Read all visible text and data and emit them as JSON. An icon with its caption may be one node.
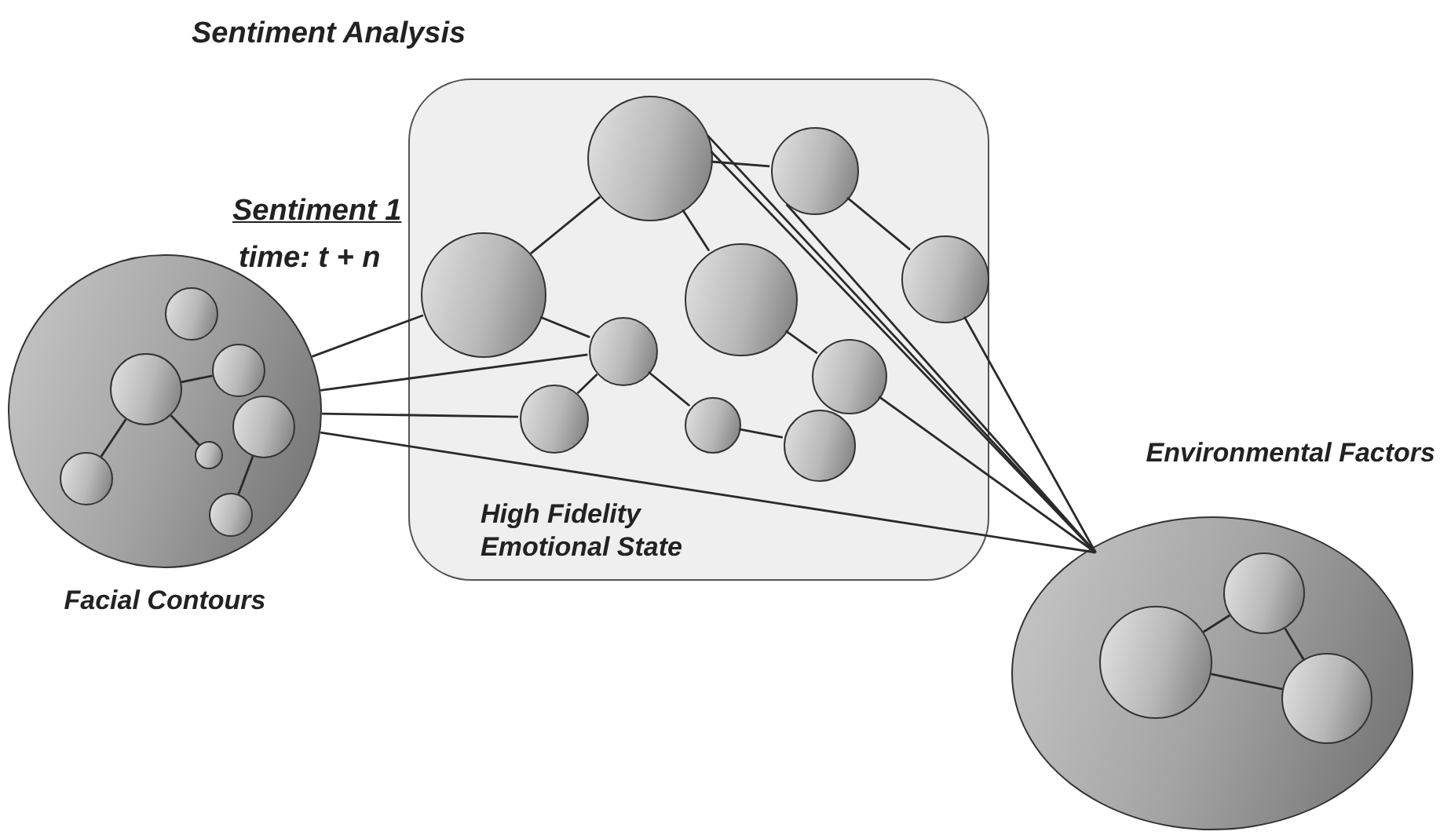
{
  "diagram": {
    "title": "Sentiment Analysis",
    "nodes": [
      {
        "text": [
          "Facial Contours"
        ]
      },
      {
        "text": [],
        "shape": "circle",
        "in": 0
      },
      {
        "text": [],
        "shape": "circle",
        "in": 0
      },
      {
        "text": [],
        "shape": "circle",
        "in": 0
      },
      {
        "text": [],
        "shape": "circle",
        "in": 0
      },
      {
        "text": [],
        "shape": "circle",
        "in": 0
      },
      {
        "text": [],
        "shape": "circle",
        "in": 0
      },
      {
        "text": [],
        "shape": "circle",
        "in": 0
      },
      {
        "text": [
          "High Fidelity Emotional State"
        ]
      },
      {
        "text": [],
        "shape": "circle",
        "in": 8
      },
      {
        "text": [],
        "shape": "circle",
        "in": 8
      },
      {
        "text": [],
        "shape": "circle",
        "in": 8
      },
      {
        "text": [],
        "shape": "circle",
        "in": 8
      },
      {
        "text": [],
        "shape": "circle",
        "in": 8
      },
      {
        "text": [],
        "shape": "circle",
        "in": 8
      },
      {
        "text": [],
        "shape": "circle",
        "in": 8
      },
      {
        "text": [],
        "shape": "circle",
        "in": 8
      },
      {
        "text": [],
        "shape": "circle",
        "in": 8
      },
      {
        "text": [],
        "shape": "circle",
        "in": 8
      },
      {
        "text": [
          "Environmental Factors"
        ]
      },
      {
        "text": [],
        "shape": "circle",
        "in": 19
      },
      {
        "text": [],
        "shape": "circle",
        "in": 19
      },
      {
        "text": [],
        "shape": "circle",
        "in": 19
      }
    ],
    "edges": [
      {
        "from": 3,
        "to": 2,
        "arrow": "none"
      },
      {
        "from": 3,
        "to": 6,
        "arrow": "none"
      },
      {
        "from": 3,
        "to": 5,
        "arrow": "none"
      },
      {
        "from": 4,
        "to": 7,
        "arrow": "none"
      },
      {
        "from": 9,
        "to": 10,
        "arrow": "none"
      },
      {
        "from": 9,
        "to": 11,
        "arrow": "none"
      },
      {
        "from": 9,
        "to": 13,
        "arrow": "none"
      },
      {
        "from": 11,
        "to": 14,
        "arrow": "none"
      },
      {
        "from": 14,
        "to": 16,
        "arrow": "none"
      },
      {
        "from": 14,
        "to": 17,
        "arrow": "none"
      },
      {
        "from": 17,
        "to": 18,
        "arrow": "none"
      },
      {
        "from": 13,
        "to": 15,
        "arrow": "none"
      },
      {
        "from": 10,
        "to": 12,
        "arrow": "none"
      },
      {
        "from": 0,
        "to": 11,
        "arrow": "none"
      },
      {
        "from": 0,
        "to": 14,
        "arrow": "none"
      },
      {
        "from": 0,
        "to": 16,
        "arrow": "none"
      },
      {
        "from": 0,
        "to": 19,
        "arrow": "none"
      },
      {
        "from": 9,
        "to": 19,
        "arrow": "none"
      },
      {
        "from": 9,
        "to": 19,
        "arrow": "none"
      },
      {
        "from": 10,
        "to": 19,
        "arrow": "none"
      },
      {
        "from": 12,
        "to": 19,
        "arrow": "none"
      },
      {
        "from": 15,
        "to": 19,
        "arrow": "none"
      },
      {
        "from": 21,
        "to": 20,
        "arrow": "none"
      },
      {
        "from": 20,
        "to": 22,
        "arrow": "none"
      },
      {
        "from": 21,
        "to": 22,
        "arrow": "none"
      }
    ],
    "labels": [
      "Sentiment 1",
      "time: t + n"
    ]
  }
}
